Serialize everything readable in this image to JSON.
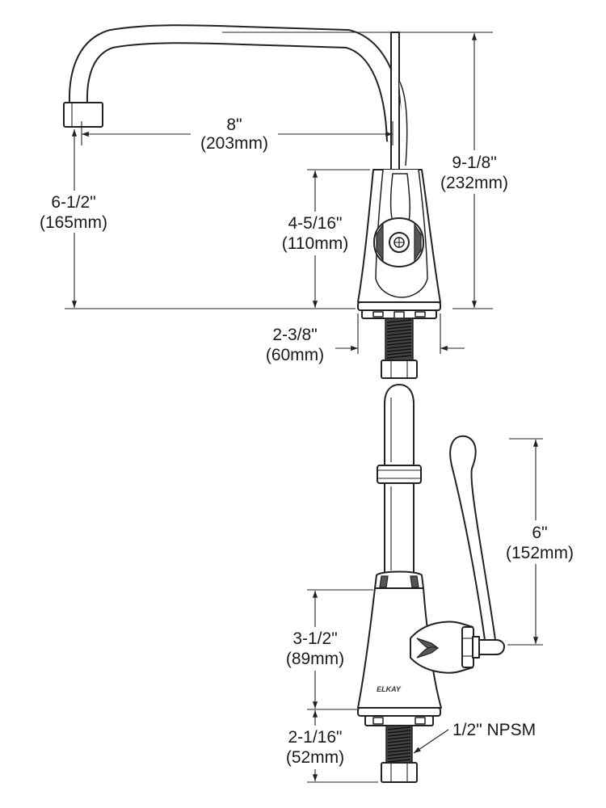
{
  "top_view": {
    "reach": {
      "imperial": "8\"",
      "metric": "(203mm)"
    },
    "spout_height": {
      "imperial": "6-1/2\"",
      "metric": "(165mm)"
    },
    "body_height": {
      "imperial": "4-5/16\"",
      "metric": "(110mm)"
    },
    "overall_height": {
      "imperial": "9-1/8\"",
      "metric": "(232mm)"
    },
    "base_width": {
      "imperial": "2-3/8\"",
      "metric": "(60mm)"
    }
  },
  "side_view": {
    "handle_length": {
      "imperial": "6\"",
      "metric": "(152mm)"
    },
    "body_height": {
      "imperial": "3-1/2\"",
      "metric": "(89mm)"
    },
    "shank_length": {
      "imperial": "2-1/16\"",
      "metric": "(52mm)"
    },
    "thread_callout": "1/2\" NPSM",
    "brand_mark": "ELKAY"
  },
  "colors": {
    "line": "#222222",
    "shade": "#555555",
    "background": "#ffffff"
  }
}
